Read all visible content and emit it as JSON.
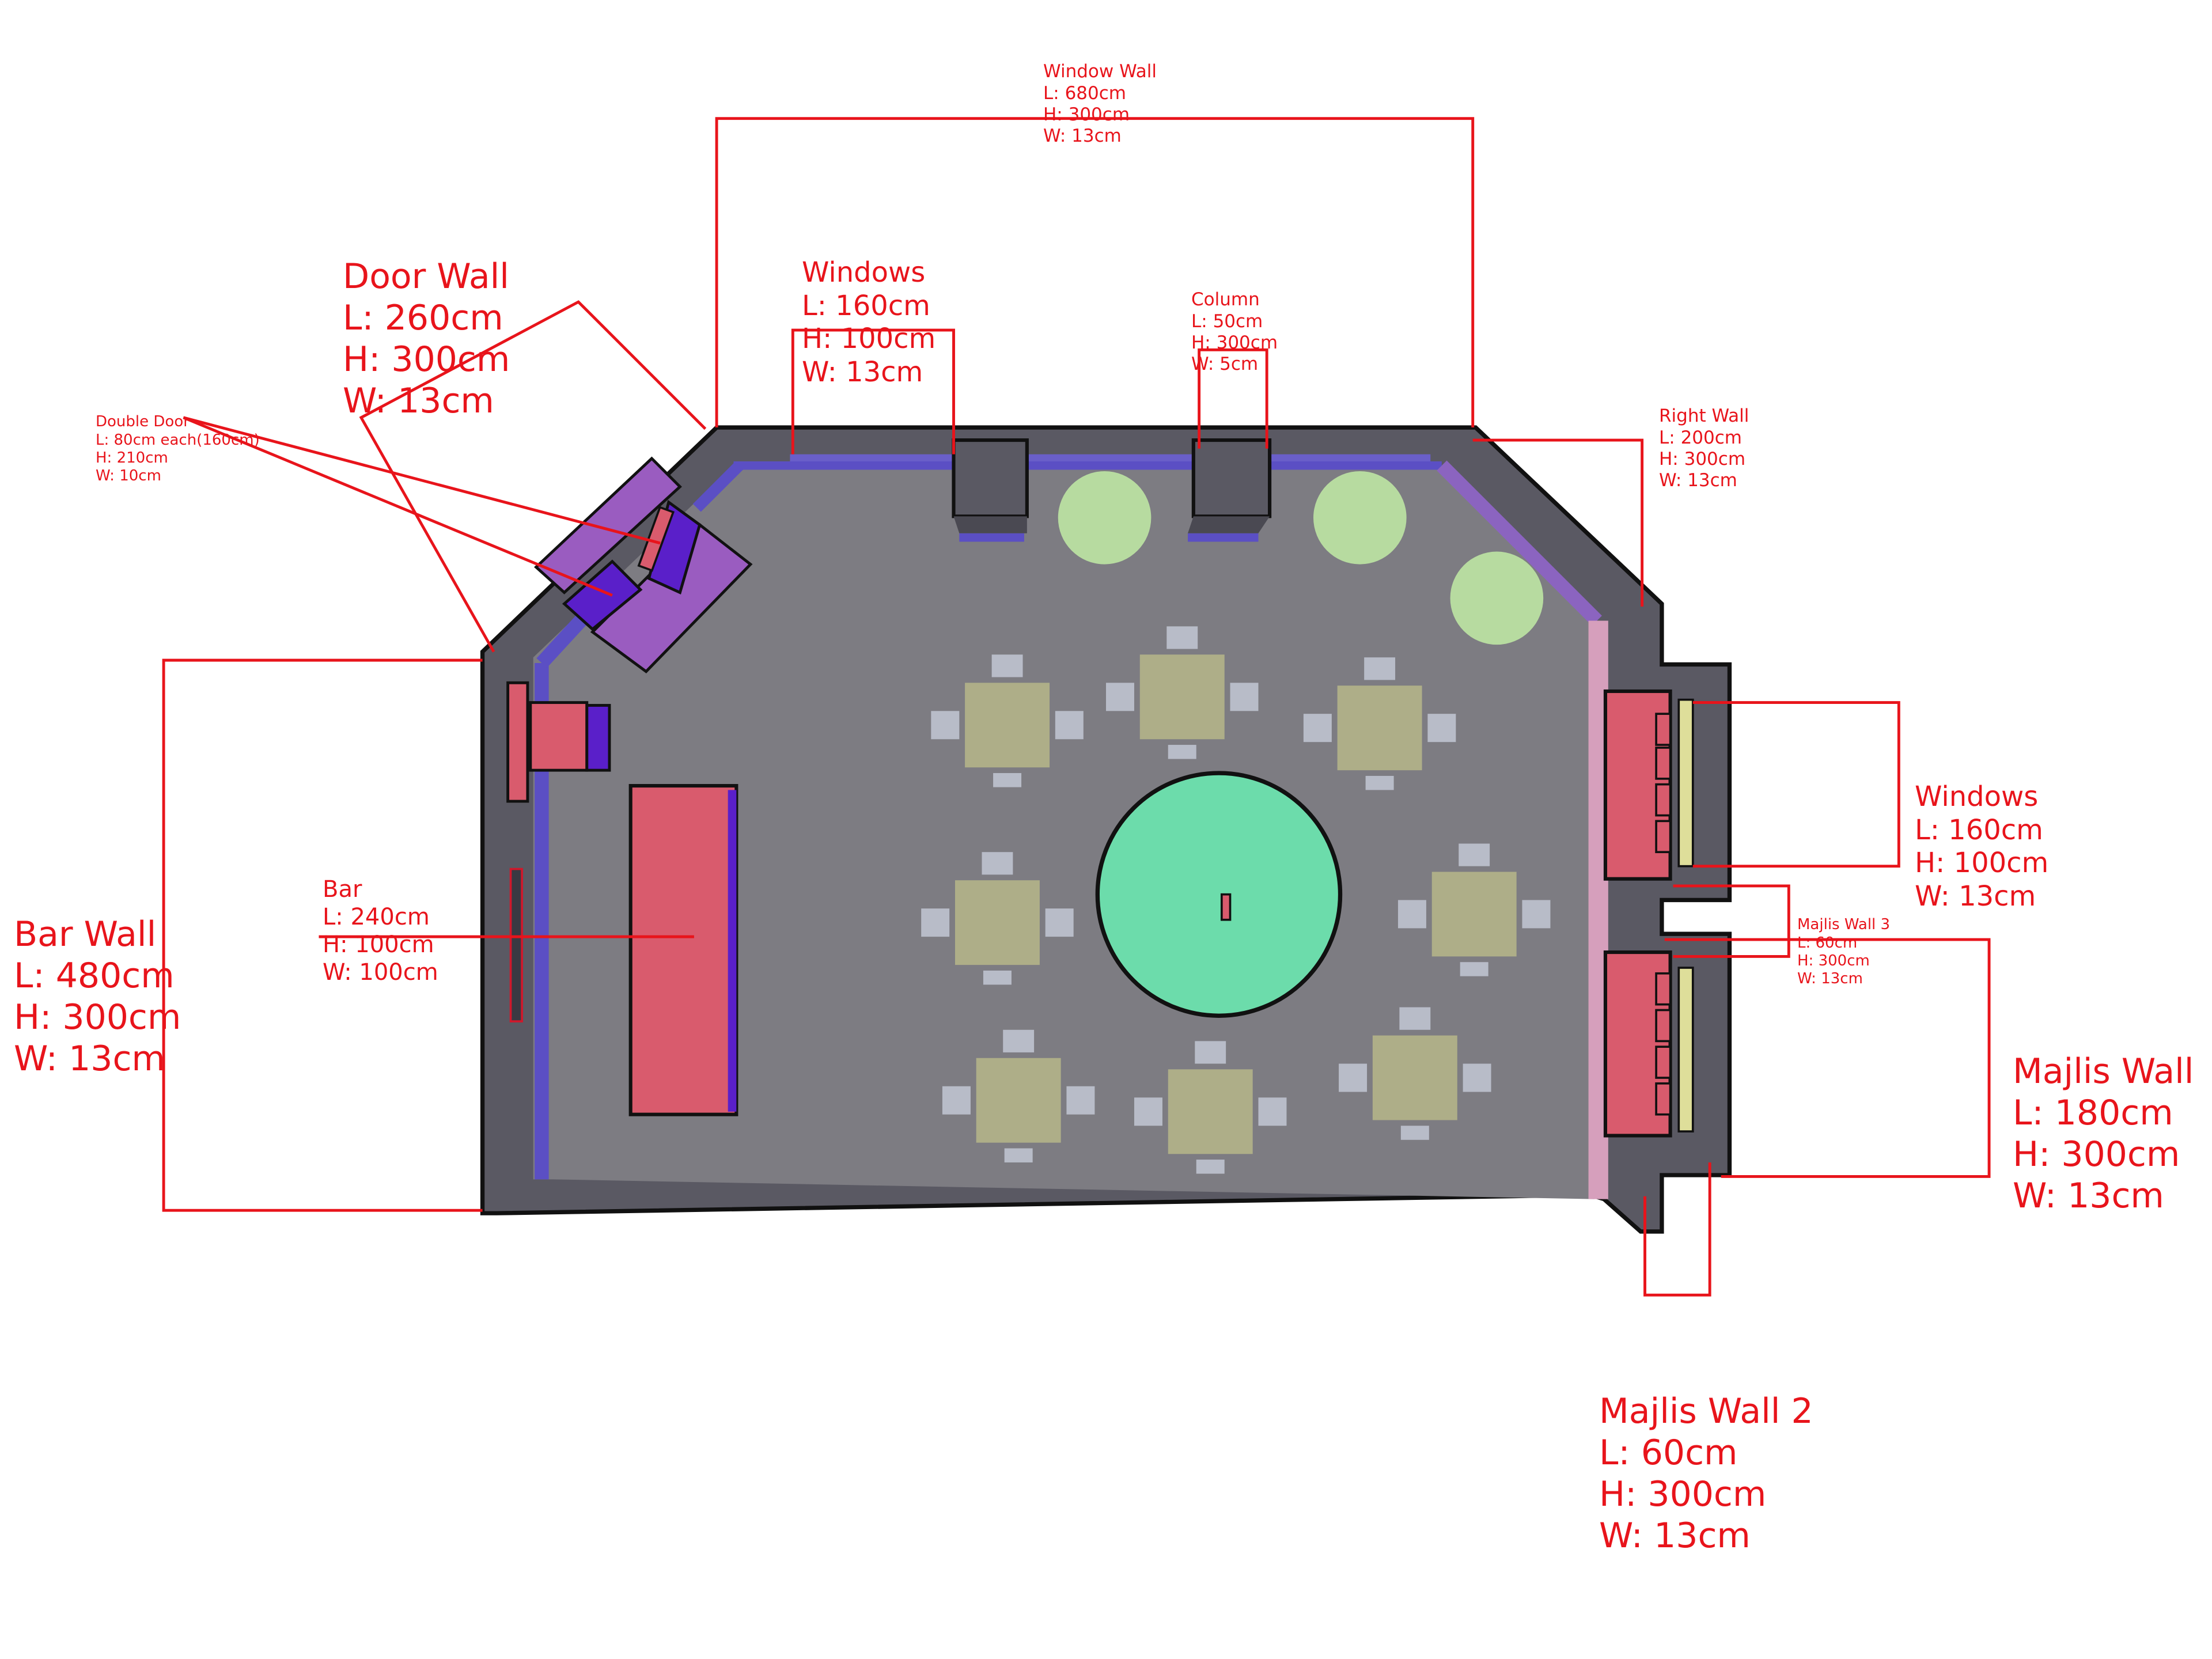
{
  "labels": {
    "window_wall": {
      "name": "Window Wall",
      "l": "L: 680cm",
      "h": "H: 300cm",
      "w": "W: 13cm"
    },
    "door_wall": {
      "name": "Door Wall",
      "l": "L: 260cm",
      "h": "H: 300cm",
      "w": "W: 13cm"
    },
    "double_door": {
      "name": "Double Door",
      "l": "L: 80cm each(160cm)",
      "h": "H: 210cm",
      "w": "W: 10cm"
    },
    "windows_top": {
      "name": "Windows",
      "l": "L: 160cm",
      "h": "H: 100cm",
      "w": "W: 13cm"
    },
    "column": {
      "name": "Column",
      "l": "L: 50cm",
      "h": "H: 300cm",
      "w": "W: 5cm"
    },
    "right_wall": {
      "name": "Right Wall",
      "l": "L: 200cm",
      "h": "H: 300cm",
      "w": "W: 13cm"
    },
    "windows_right": {
      "name": "Windows",
      "l": "L: 160cm",
      "h": "H: 100cm",
      "w": "W: 13cm"
    },
    "majlis_wall_3": {
      "name": "Majlis Wall 3",
      "l": "L: 60cm",
      "h": "H: 300cm",
      "w": "W: 13cm"
    },
    "majlis_wall": {
      "name": "Majlis Wall",
      "l": "L: 180cm",
      "h": "H: 300cm",
      "w": "W: 13cm"
    },
    "majlis_wall_2": {
      "name": "Majlis Wall 2",
      "l": "L: 60cm",
      "h": "H: 300cm",
      "w": "W: 13cm"
    },
    "bar_wall": {
      "name": "Bar Wall",
      "l": "L: 480cm",
      "h": "H: 300cm",
      "w": "W: 13cm"
    },
    "bar": {
      "name": "Bar",
      "l": "L: 240cm",
      "h": "H: 100cm",
      "w": "W: 100cm"
    }
  },
  "colors": {
    "annotation": "#e8141b",
    "floor": "#7d7c82",
    "wall": "#5a5963",
    "window_strip": "#5b4fc4",
    "bar": "#d95b6d",
    "round_table": "#6cdcab",
    "table": "#aeae88",
    "chair": "#b8bcc8",
    "small_round_table": "#b7dba0",
    "door": "#9a5cc0",
    "door_leaf": "#5a1fc9",
    "sofa": "#d95b6d",
    "majlis_window": "#dede9a"
  }
}
